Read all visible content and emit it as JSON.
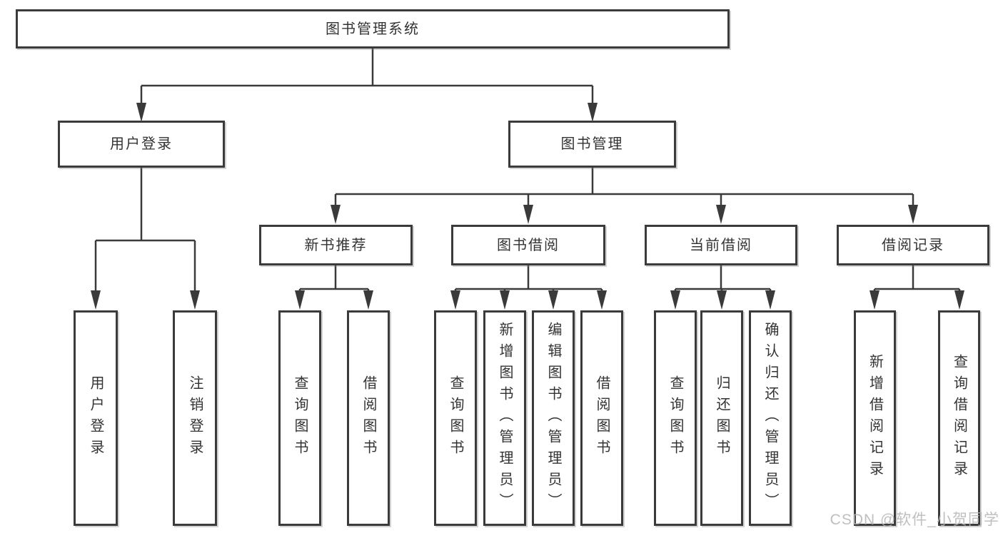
{
  "tree": {
    "root": {
      "label": "图书管理系统"
    },
    "level2": [
      {
        "label": "用户登录",
        "leaves": [
          {
            "label": "用户登录"
          },
          {
            "label": "注销登录"
          }
        ]
      },
      {
        "label": "图书管理"
      }
    ],
    "level3": [
      {
        "label": "新书推荐",
        "leaves": [
          {
            "label": "查询图书"
          },
          {
            "label": "借阅图书"
          }
        ]
      },
      {
        "label": "图书借阅",
        "leaves": [
          {
            "label": "查询图书"
          },
          {
            "label": "新增图书（管理员）"
          },
          {
            "label": "编辑图书（管理员）"
          },
          {
            "label": "借阅图书"
          }
        ]
      },
      {
        "label": "当前借阅",
        "leaves": [
          {
            "label": "查询图书"
          },
          {
            "label": "归还图书"
          },
          {
            "label": "确认归还（管理员）"
          }
        ]
      },
      {
        "label": "借阅记录",
        "leaves": [
          {
            "label": "新增借阅记录"
          },
          {
            "label": "查询借阅记录"
          }
        ]
      }
    ]
  },
  "watermark": {
    "text": "CSDN @软件_小贺同学"
  },
  "colors": {
    "line": "#3a3a3a",
    "text": "#333333",
    "box_fill": "#ffffff",
    "watermark": "#c7c7c7"
  }
}
